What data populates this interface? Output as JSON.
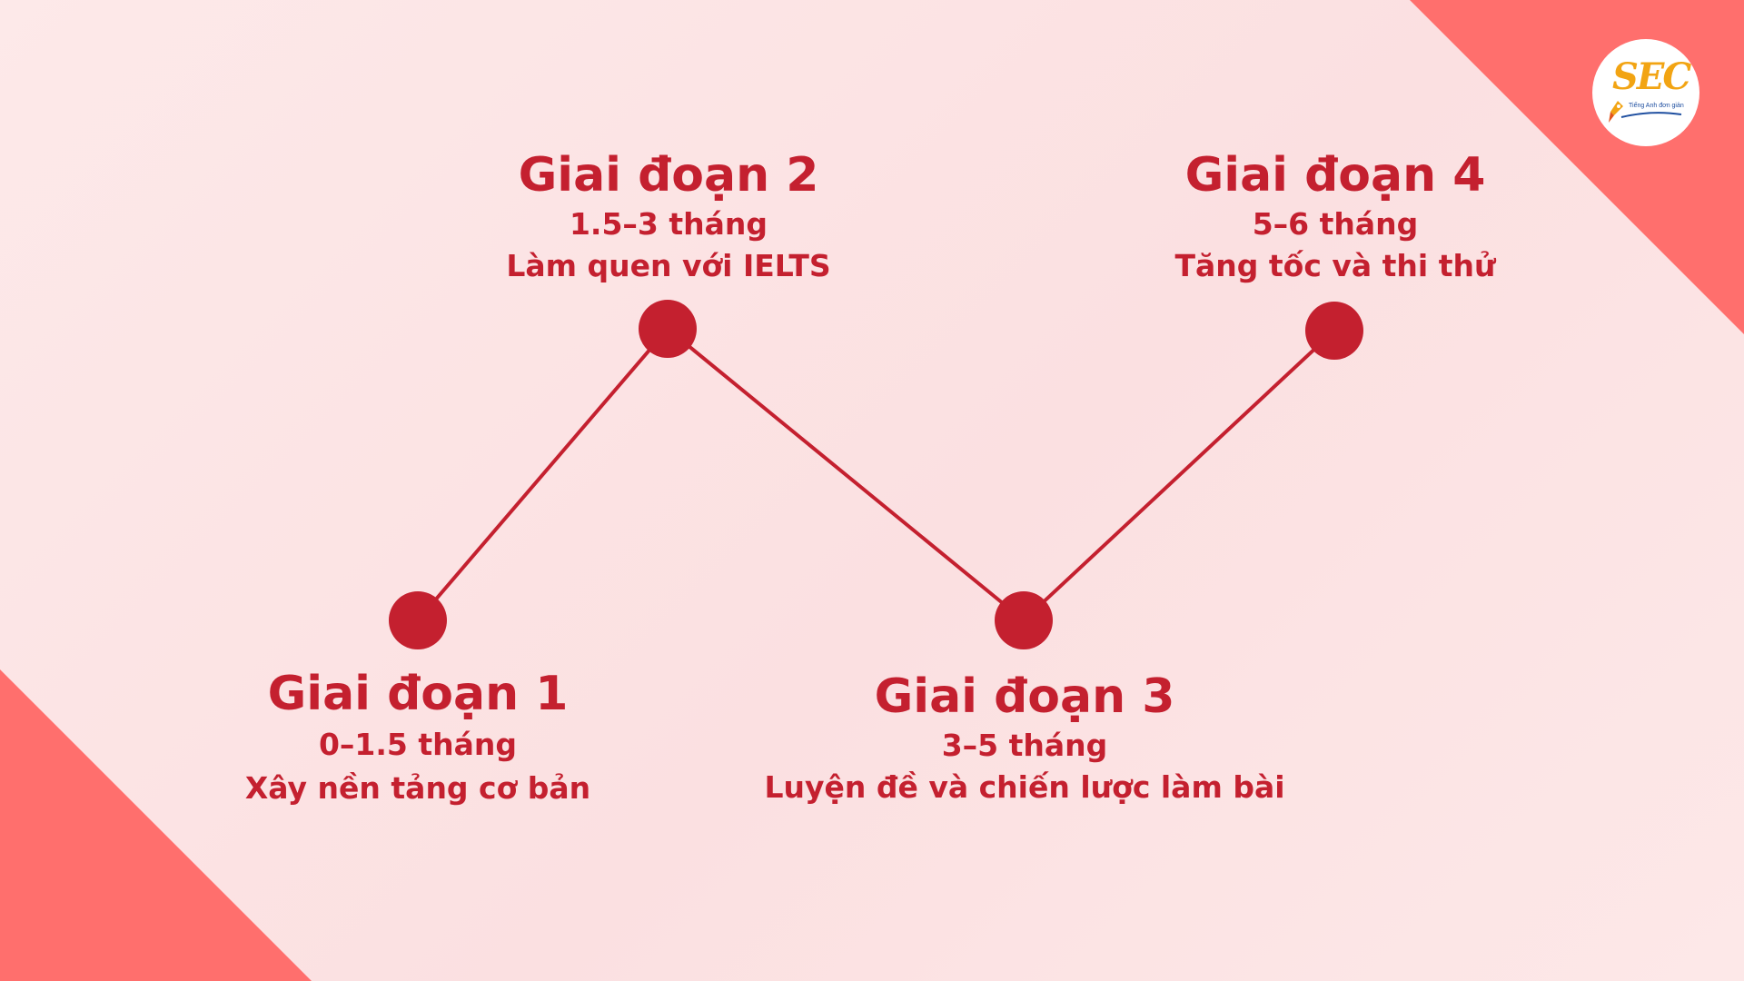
{
  "colors": {
    "accent": "#c4202f",
    "corner": "#ff6f6d",
    "background": "#fde9e9",
    "logo_orange": "#f2a413",
    "logo_blue": "#1f4fa0"
  },
  "logo": {
    "mark": "SEC",
    "tagline": "Tiếng Anh đơn giản"
  },
  "stages": [
    {
      "title": "Giai đoạn 1",
      "duration": "0–1.5 tháng",
      "description": "Xây nền tảng cơ bản"
    },
    {
      "title": "Giai đoạn 2",
      "duration": "1.5–3 tháng",
      "description": "Làm quen với IELTS"
    },
    {
      "title": "Giai đoạn 3",
      "duration": "3–5 tháng",
      "description": "Luyện đề và chiến lược làm bài"
    },
    {
      "title": "Giai đoạn 4",
      "duration": "5–6 tháng",
      "description": "Tăng tốc và thi thử"
    }
  ]
}
